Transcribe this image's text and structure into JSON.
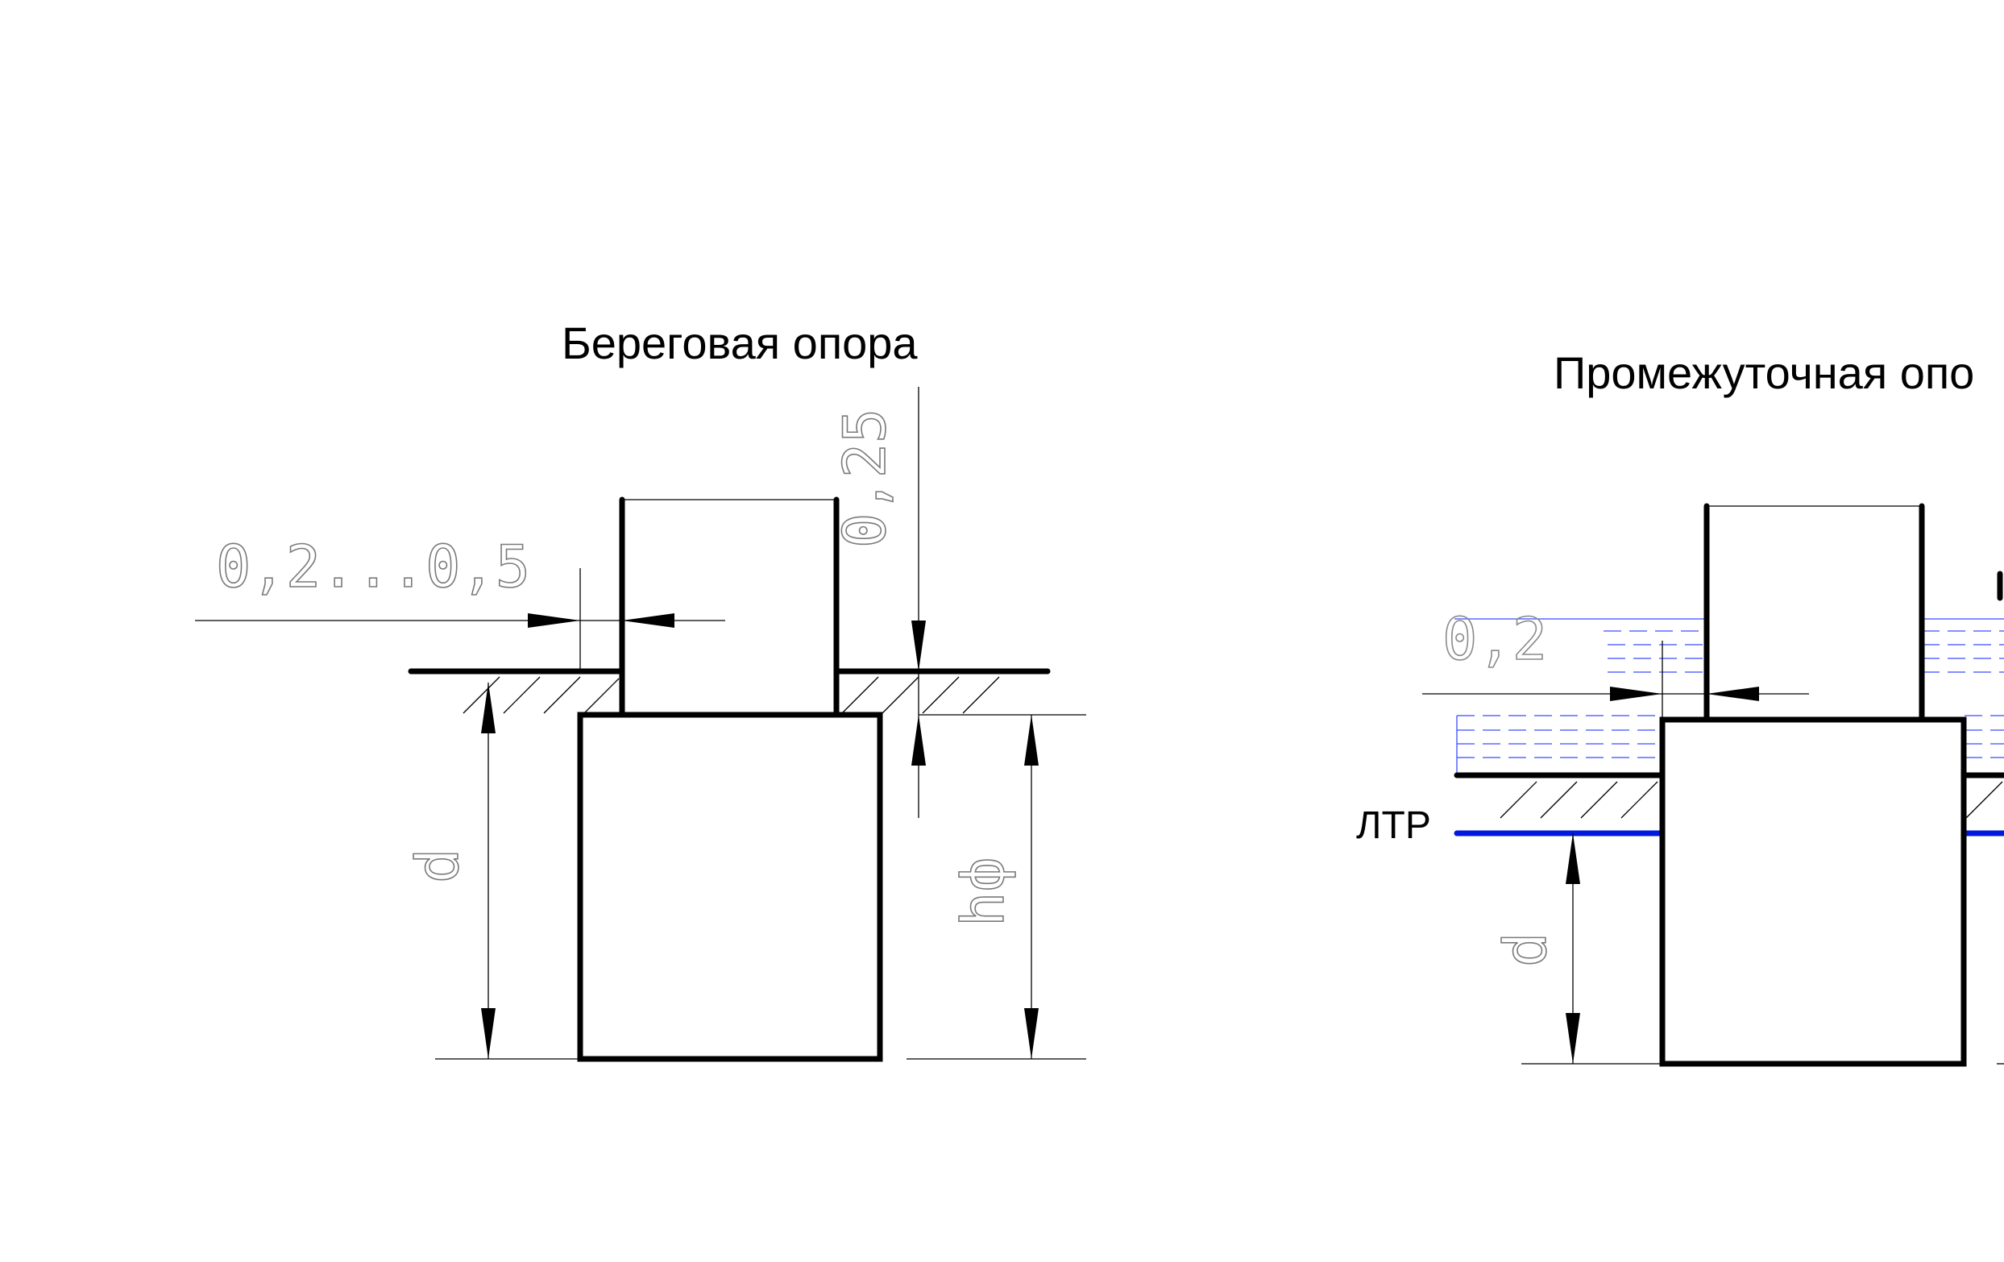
{
  "titles": {
    "left": "Береговая опора",
    "right": "Промежуточная опо"
  },
  "labels": {
    "ltr": "ЛТР"
  },
  "dimensions": {
    "left_gap": "0,2...0,5",
    "left_top": "0,25",
    "left_depth": "d",
    "left_foundation_height": "hф",
    "right_gap": "0,2",
    "right_depth": "d"
  },
  "colors": {
    "lines": "#000000",
    "water": "#3a4cff",
    "ltr_line": "#0018e0",
    "dimension_text": "#7a7a7a"
  }
}
